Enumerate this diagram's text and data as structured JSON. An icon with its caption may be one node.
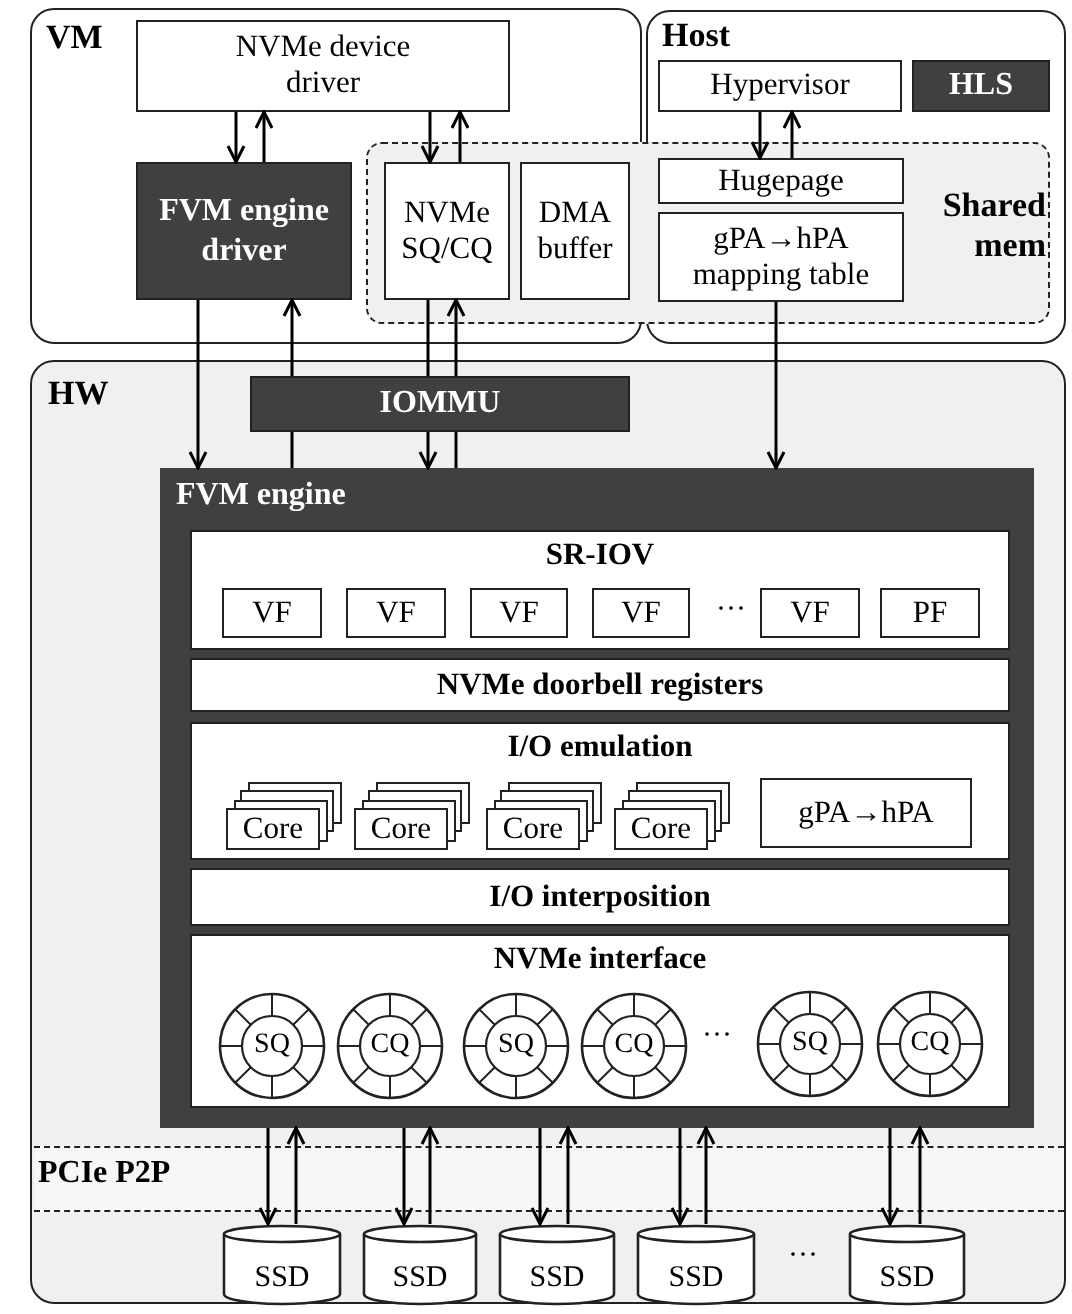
{
  "diagram": {
    "nodes": [
      {
        "text": [
          "VM"
        ]
      },
      {
        "text": [
          "NVMe device driver"
        ],
        "in": 0
      },
      {
        "text": [
          "FVM engine driver"
        ],
        "in": 0
      },
      {
        "text": [
          "Host"
        ]
      },
      {
        "text": [
          "Hypervisor"
        ],
        "in": 3
      },
      {
        "text": [
          "HLS"
        ],
        "in": 3
      },
      {
        "text": [
          "NVMe SQ/CQ"
        ],
        "in": 0
      },
      {
        "text": [
          "DMA buffer"
        ],
        "in": 0
      },
      {
        "text": [
          "Hugepage"
        ],
        "in": 3
      },
      {
        "text": [
          "gPA→hPA mapping table"
        ],
        "in": 3
      },
      {
        "text": [
          "HW"
        ]
      },
      {
        "text": [
          "IOMMU"
        ],
        "in": 10
      },
      {
        "text": [
          "FVM engine"
        ],
        "in": 10
      },
      {
        "text": [
          "SR-IOV"
        ],
        "in": 12
      },
      {
        "text": [
          "VF"
        ],
        "in": 13
      },
      {
        "text": [
          "VF"
        ],
        "in": 13
      },
      {
        "text": [
          "VF"
        ],
        "in": 13
      },
      {
        "text": [
          "VF"
        ],
        "in": 13
      },
      {
        "text": [
          "VF"
        ],
        "in": 13
      },
      {
        "text": [
          "PF"
        ],
        "in": 13
      },
      {
        "text": [
          "NVMe doorbell registers"
        ],
        "in": 12
      },
      {
        "text": [
          "I/O emulation"
        ],
        "in": 12
      },
      {
        "text": [
          "Core"
        ],
        "in": 21
      },
      {
        "text": [
          "Core"
        ],
        "in": 21
      },
      {
        "text": [
          "Core"
        ],
        "in": 21
      },
      {
        "text": [
          "Core"
        ],
        "in": 21
      },
      {
        "text": [
          "gPA→hPA"
        ],
        "in": 21
      },
      {
        "text": [
          "I/O interposition"
        ],
        "in": 12
      },
      {
        "text": [
          "NVMe interface"
        ],
        "in": 12
      },
      {
        "text": [
          "SQ"
        ],
        "in": 28
      },
      {
        "text": [
          "CQ"
        ],
        "in": 28
      },
      {
        "text": [
          "SQ"
        ],
        "in": 28
      },
      {
        "text": [
          "CQ"
        ],
        "in": 28
      },
      {
        "text": [
          "SQ"
        ],
        "in": 28
      },
      {
        "text": [
          "CQ"
        ],
        "in": 28
      },
      {
        "text": [
          "SSD"
        ],
        "in": 10
      },
      {
        "text": [
          "SSD"
        ],
        "in": 10
      },
      {
        "text": [
          "SSD"
        ],
        "in": 10
      },
      {
        "text": [
          "SSD"
        ],
        "in": 10
      },
      {
        "text": [
          "SSD"
        ],
        "in": 10
      }
    ],
    "edges": [
      {
        "from": 1,
        "to": 2,
        "arrow": "to"
      },
      {
        "from": 2,
        "to": 1,
        "arrow": "to"
      },
      {
        "from": 1,
        "to": 6,
        "arrow": "to"
      },
      {
        "from": 6,
        "to": 1,
        "arrow": "to"
      },
      {
        "from": 4,
        "to": 8,
        "arrow": "to"
      },
      {
        "from": 8,
        "to": 4,
        "arrow": "to"
      },
      {
        "from": 2,
        "to": 12,
        "arrow": "to"
      },
      {
        "from": 12,
        "to": 11,
        "arrow": "none"
      },
      {
        "from": 11,
        "to": 2,
        "arrow": "to"
      },
      {
        "from": 6,
        "to": 11,
        "arrow": "none"
      },
      {
        "from": 11,
        "to": 12,
        "arrow": "to"
      },
      {
        "from": 12,
        "to": 11,
        "arrow": "none"
      },
      {
        "from": 11,
        "to": 6,
        "arrow": "to"
      },
      {
        "from": 9,
        "to": 12,
        "arrow": "to"
      },
      {
        "from": 12,
        "to": 35,
        "arrow": "to"
      },
      {
        "from": 35,
        "to": 12,
        "arrow": "to"
      },
      {
        "from": 12,
        "to": 36,
        "arrow": "to"
      },
      {
        "from": 36,
        "to": 12,
        "arrow": "to"
      },
      {
        "from": 12,
        "to": 37,
        "arrow": "to"
      },
      {
        "from": 37,
        "to": 12,
        "arrow": "to"
      },
      {
        "from": 12,
        "to": 38,
        "arrow": "to"
      },
      {
        "from": 38,
        "to": 12,
        "arrow": "to"
      },
      {
        "from": 12,
        "to": 39,
        "arrow": "to"
      },
      {
        "from": 39,
        "to": 12,
        "arrow": "to"
      }
    ],
    "labels": [
      "Shared mem",
      "···",
      "···",
      "PCIe P2P",
      "···"
    ]
  }
}
